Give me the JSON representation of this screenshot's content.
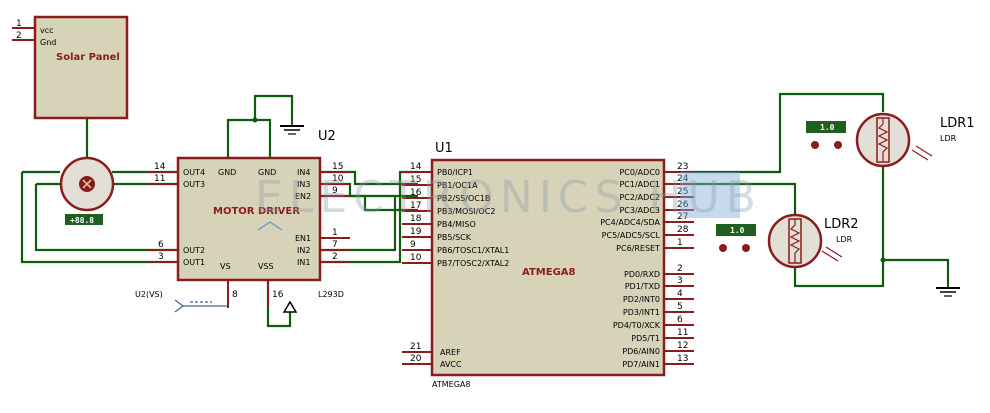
{
  "solar_panel": {
    "title": "Solar Panel",
    "pins": [
      {
        "num": "1",
        "label": "vcc"
      },
      {
        "num": "2",
        "label": "Gnd"
      }
    ]
  },
  "u2": {
    "ref": "U2",
    "title": "MOTOR DRIVER",
    "part": "L293D",
    "left_pins": [
      {
        "num": "14",
        "label": "OUT4"
      },
      {
        "num": "11",
        "label": "OUT3"
      },
      {
        "num": "6",
        "label": "OUT2"
      },
      {
        "num": "3",
        "label": "OUT1"
      }
    ],
    "top_pins": [
      {
        "label": "GND"
      },
      {
        "label": "GND"
      }
    ],
    "right_pins": [
      {
        "num": "15",
        "label": "IN4"
      },
      {
        "num": "10",
        "label": "IN3"
      },
      {
        "num": "9",
        "label": "EN2"
      },
      {
        "num": "1",
        "label": "EN1"
      },
      {
        "num": "7",
        "label": "IN2"
      },
      {
        "num": "2",
        "label": "IN1"
      }
    ],
    "bottom_pins": [
      {
        "num": "8",
        "label": "VS"
      },
      {
        "num": "16",
        "label": "VSS"
      }
    ],
    "vs_label": "U2(VS)"
  },
  "u1": {
    "ref": "U1",
    "title": "ATMEGA8",
    "part": "ATMEGA8",
    "left_pins": [
      {
        "num": "14",
        "label": "PB0/ICP1"
      },
      {
        "num": "15",
        "label": "PB1/OC1A"
      },
      {
        "num": "16",
        "label": "PB2/SS/OC1B"
      },
      {
        "num": "17",
        "label": "PB3/MOSI/OC2"
      },
      {
        "num": "18",
        "label": "PB4/MISO"
      },
      {
        "num": "19",
        "label": "PB5/SCK"
      },
      {
        "num": "9",
        "label": "PB6/TOSC1/XTAL1"
      },
      {
        "num": "10",
        "label": "PB7/TOSC2/XTAL2"
      }
    ],
    "left_bottom_pins": [
      {
        "num": "21",
        "label": "AREF"
      },
      {
        "num": "20",
        "label": "AVCC"
      }
    ],
    "right_pins": [
      {
        "num": "23",
        "label": "PC0/ADC0"
      },
      {
        "num": "24",
        "label": "PC1/ADC1"
      },
      {
        "num": "25",
        "label": "PC2/ADC2"
      },
      {
        "num": "26",
        "label": "PC3/ADC3"
      },
      {
        "num": "27",
        "label": "PC4/ADC4/SDA"
      },
      {
        "num": "28",
        "label": "PC5/ADC5/SCL"
      },
      {
        "num": "1",
        "label": "PC6/RESET"
      },
      {
        "num": "2",
        "label": "PD0/RXD"
      },
      {
        "num": "3",
        "label": "PD1/TXD"
      },
      {
        "num": "4",
        "label": "PD2/INT0"
      },
      {
        "num": "5",
        "label": "PD3/INT1"
      },
      {
        "num": "6",
        "label": "PD4/T0/XCK"
      },
      {
        "num": "11",
        "label": "PD5/T1"
      },
      {
        "num": "12",
        "label": "PD6/AIN0"
      },
      {
        "num": "13",
        "label": "PD7/AIN1"
      }
    ]
  },
  "motor": {
    "readout": "+88.8"
  },
  "ldr1": {
    "ref": "LDR1",
    "type": "LDR",
    "readout": "1.0"
  },
  "ldr2": {
    "ref": "LDR2",
    "type": "LDR",
    "readout": "1.0"
  },
  "watermark": {
    "text": "ELECTRONICS HUB"
  },
  "colors": {
    "body": "#d6d3b8",
    "outline": "#8b1c1c",
    "wire": "#0f5c0f",
    "meter": "#1f5f1f"
  }
}
